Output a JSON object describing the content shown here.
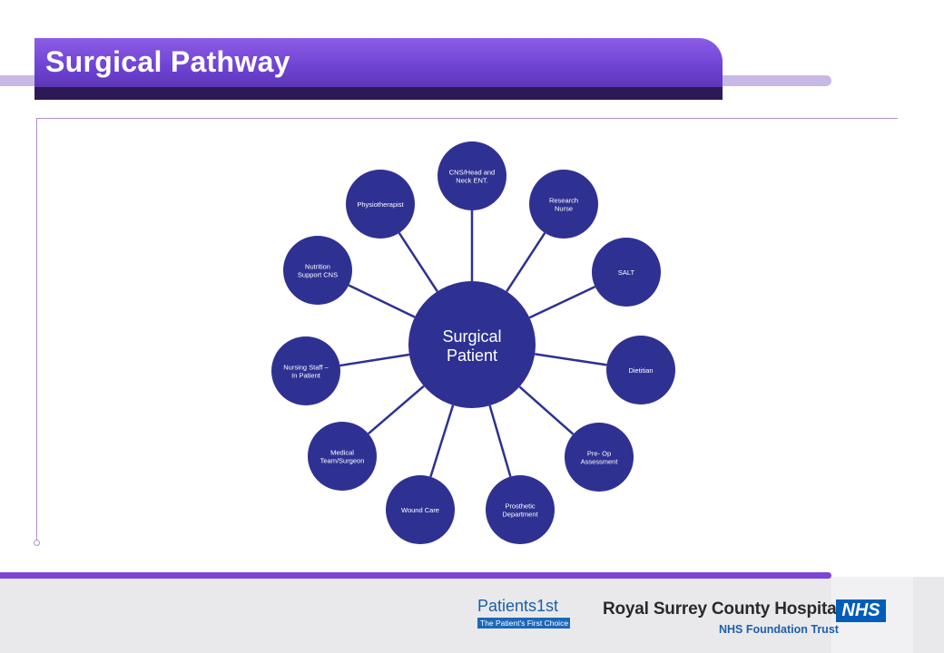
{
  "slide": {
    "title": "Surgical Pathway"
  },
  "diagram": {
    "center_label_line1": "Surgical",
    "center_label_line2": "Patient",
    "nodes": [
      {
        "lines": [
          "CNS/Head and",
          "Neck ENT."
        ]
      },
      {
        "lines": [
          "Research",
          "Nurse"
        ]
      },
      {
        "lines": [
          "SALT"
        ]
      },
      {
        "lines": [
          "Dietitian"
        ]
      },
      {
        "lines": [
          "Pre- Op",
          "Assessment"
        ]
      },
      {
        "lines": [
          "Prosthetic",
          "Department"
        ]
      },
      {
        "lines": [
          "Wound  Care"
        ]
      },
      {
        "lines": [
          "Medical",
          "Team/Surgeon"
        ]
      },
      {
        "lines": [
          "Nursing Staff –",
          "In Patient"
        ]
      },
      {
        "lines": [
          "Nutrition",
          "Support  CNS"
        ]
      },
      {
        "lines": [
          "Physiotherapist"
        ]
      }
    ],
    "colors": {
      "node": "#2e3192",
      "edge": "#2e3192",
      "center": "#2e3192"
    }
  },
  "footer": {
    "patients_first_word": "Patients",
    "patients_first_num": "1st",
    "patients_first_tagline": "The Patient's First Choice",
    "hospital": "Royal Surrey County Hospital",
    "trust": "NHS Foundation Trust",
    "nhs_badge": "NHS"
  }
}
